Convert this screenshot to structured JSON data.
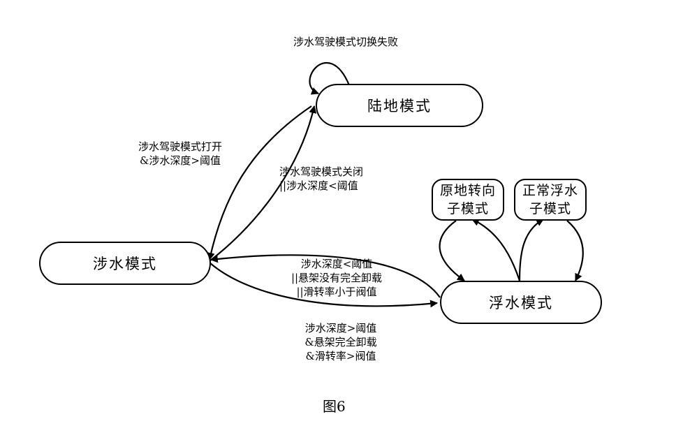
{
  "states": {
    "land": "陆地模式",
    "wading": "涉水模式",
    "floating": "浮水模式",
    "pivot_turn": [
      "原地转向",
      "子模式"
    ],
    "normal_float": [
      "正常浮水",
      "子模式"
    ]
  },
  "transitions": {
    "land_self_loop": "涉水驾驶模式切换失败",
    "land_to_wading": [
      "涉水驾驶模式打开",
      "&涉水深度>阈值"
    ],
    "wading_to_land": [
      "涉水驾驶模式关闭",
      "||涉水深度<阈值"
    ],
    "floating_to_wading": [
      "涉水深度<阈值",
      "||悬架没有完全卸载",
      "||滑转率小于阀值"
    ],
    "wading_to_floating": [
      "涉水深度>阈值",
      "&悬架完全卸载",
      "&滑转率>阀值"
    ]
  },
  "caption": "图6"
}
